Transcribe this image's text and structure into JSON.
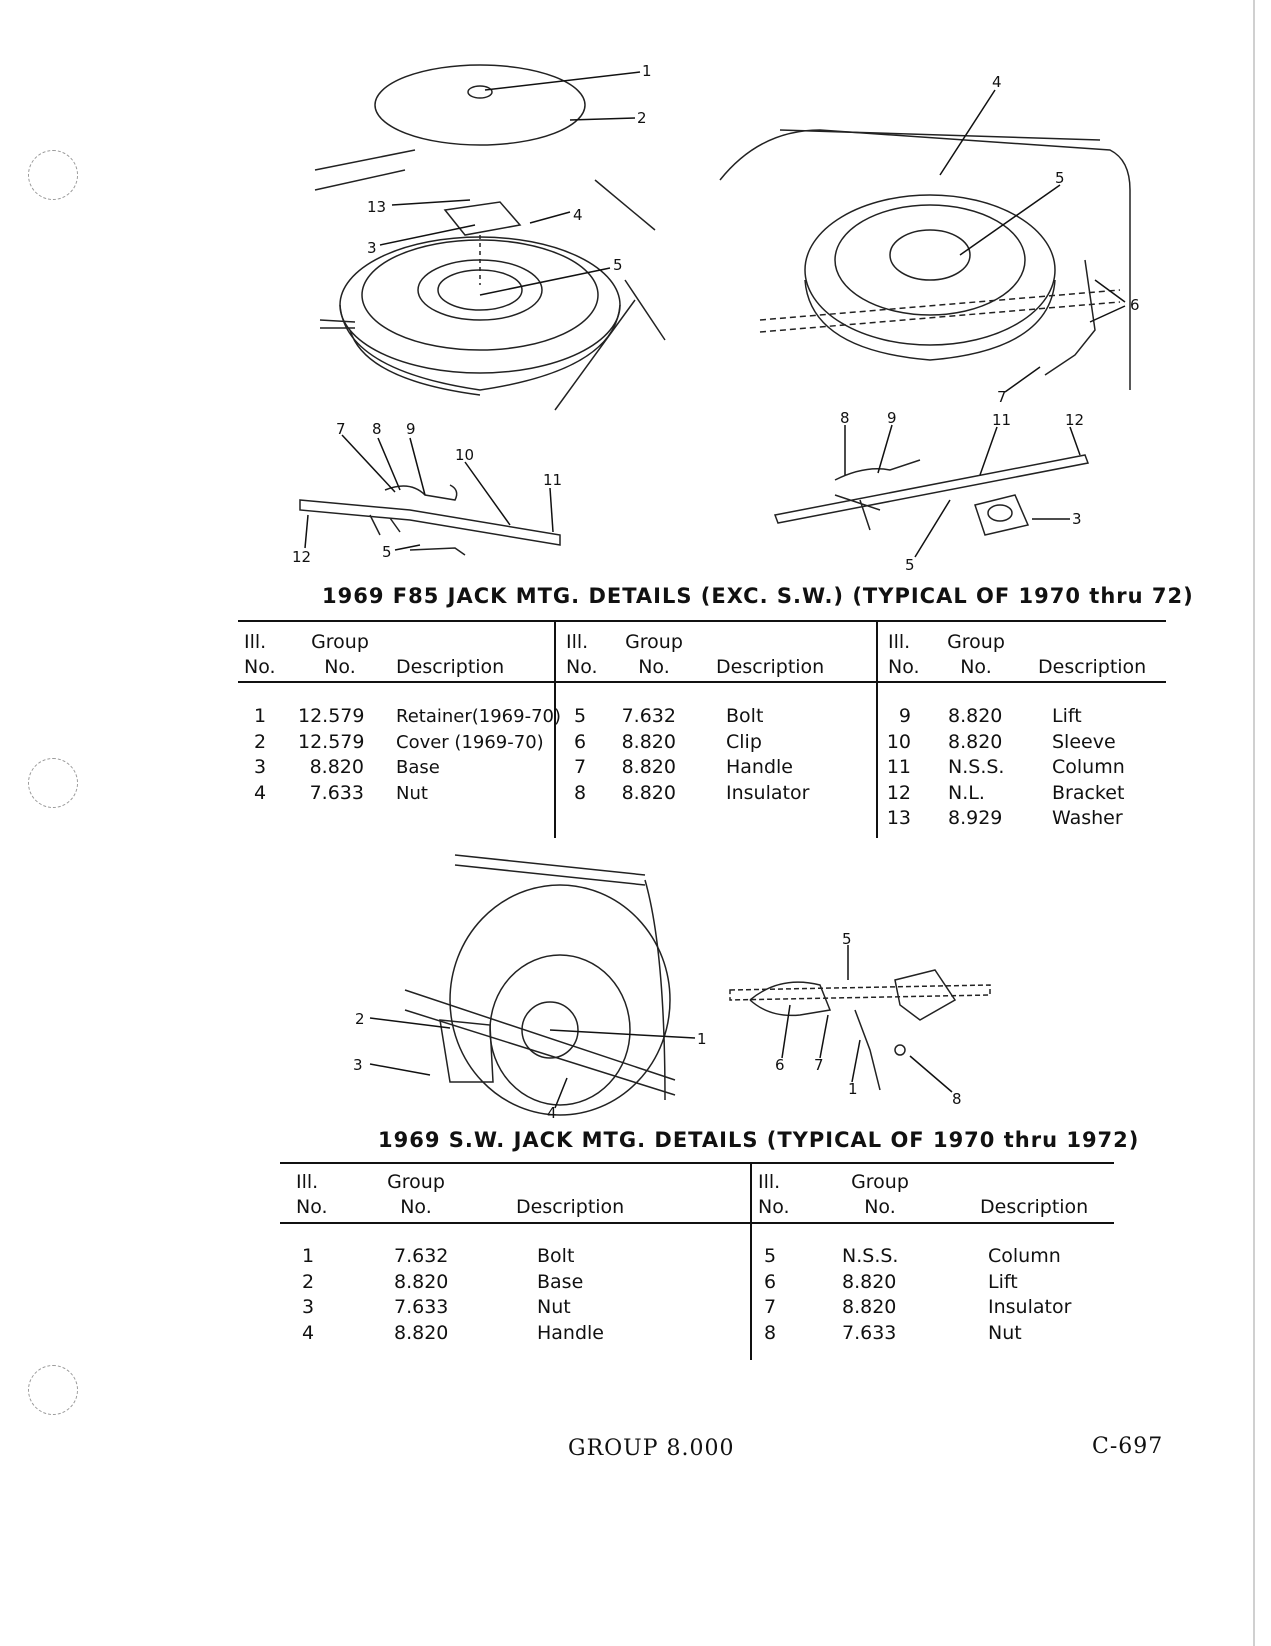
{
  "captions": {
    "top": "1969 F85 JACK MTG. DETAILS (EXC. S.W.) (TYPICAL OF 1970 thru 72)",
    "bottom": "1969 S.W. JACK MTG. DETAILS (TYPICAL OF 1970 thru 1972)"
  },
  "headers": {
    "ill1": "Ill.",
    "ill2": "No.",
    "grp1": "Group",
    "grp2": "No.",
    "desc": "Description"
  },
  "table1": {
    "col1": [
      {
        "ill": "1",
        "group": "12.579",
        "desc": "Retainer(1969-70)"
      },
      {
        "ill": "2",
        "group": "12.579",
        "desc": "Cover (1969-70)"
      },
      {
        "ill": "3",
        "group": "8.820",
        "desc": "Base"
      },
      {
        "ill": "4",
        "group": "7.633",
        "desc": "Nut"
      }
    ],
    "col2": [
      {
        "ill": "5",
        "group": "7.632",
        "desc": "Bolt"
      },
      {
        "ill": "6",
        "group": "8.820",
        "desc": "Clip"
      },
      {
        "ill": "7",
        "group": "8.820",
        "desc": "Handle"
      },
      {
        "ill": "8",
        "group": "8.820",
        "desc": "Insulator"
      }
    ],
    "col3": [
      {
        "ill": "9",
        "group": "8.820",
        "desc": "Lift"
      },
      {
        "ill": "10",
        "group": "8.820",
        "desc": "Sleeve"
      },
      {
        "ill": "11",
        "group": "N.S.S.",
        "desc": "Column"
      },
      {
        "ill": "12",
        "group": "N.L.",
        "desc": "Bracket"
      },
      {
        "ill": "13",
        "group": "8.929",
        "desc": "Washer"
      }
    ]
  },
  "table2": {
    "col1": [
      {
        "ill": "1",
        "group": "7.632",
        "desc": "Bolt"
      },
      {
        "ill": "2",
        "group": "8.820",
        "desc": "Base"
      },
      {
        "ill": "3",
        "group": "7.633",
        "desc": "Nut"
      },
      {
        "ill": "4",
        "group": "8.820",
        "desc": "Handle"
      }
    ],
    "col2": [
      {
        "ill": "5",
        "group": "N.S.S.",
        "desc": "Column"
      },
      {
        "ill": "6",
        "group": "8.820",
        "desc": "Lift"
      },
      {
        "ill": "7",
        "group": "8.820",
        "desc": "Insulator"
      },
      {
        "ill": "8",
        "group": "7.633",
        "desc": "Nut"
      }
    ]
  },
  "callouts": {
    "fig1": [
      "1",
      "2",
      "13",
      "3",
      "4",
      "5"
    ],
    "fig2": [
      "4",
      "5",
      "6",
      "7"
    ],
    "fig3": [
      "7",
      "8",
      "9",
      "10",
      "11",
      "12",
      "5"
    ],
    "fig4": [
      "8",
      "9",
      "11",
      "12",
      "3",
      "5"
    ],
    "fig5": [
      "2",
      "3",
      "4",
      "1"
    ],
    "fig6": [
      "5",
      "6",
      "7",
      "1",
      "8"
    ]
  },
  "footer": {
    "group": "GROUP 8.000",
    "page": "C-697"
  }
}
